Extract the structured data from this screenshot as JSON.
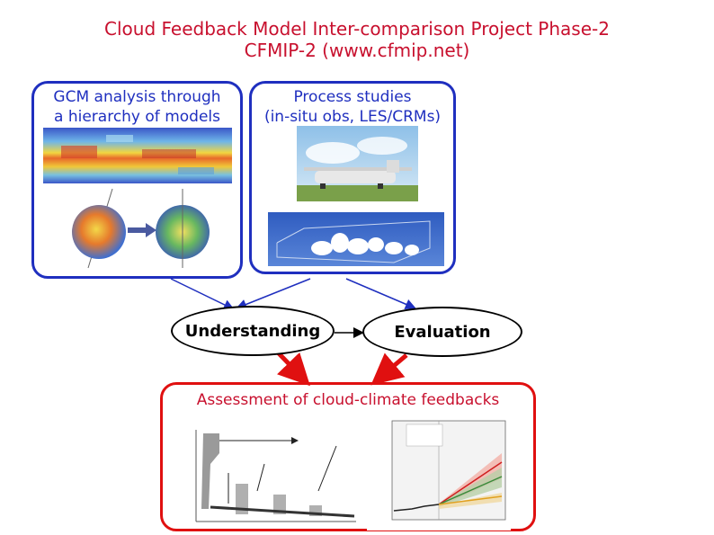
{
  "title": {
    "line1": "Cloud Feedback Model Inter-comparison Project Phase-2",
    "line2": "CFMIP-2  (www.cfmip.net)"
  },
  "left_panel": {
    "label_line1": "GCM analysis through",
    "label_line2": "a hierarchy of models"
  },
  "right_panel": {
    "label_line1": "Process studies",
    "label_line2": "(in-situ obs, LES/CRMs)"
  },
  "nodes": {
    "understanding": "Understanding",
    "evaluation": "Evaluation"
  },
  "assessment": {
    "label": "Assessment of cloud-climate feedbacks"
  },
  "colors": {
    "title": "#c8102e",
    "blue_box": "#1f2fbf",
    "red_box": "#e01010"
  }
}
